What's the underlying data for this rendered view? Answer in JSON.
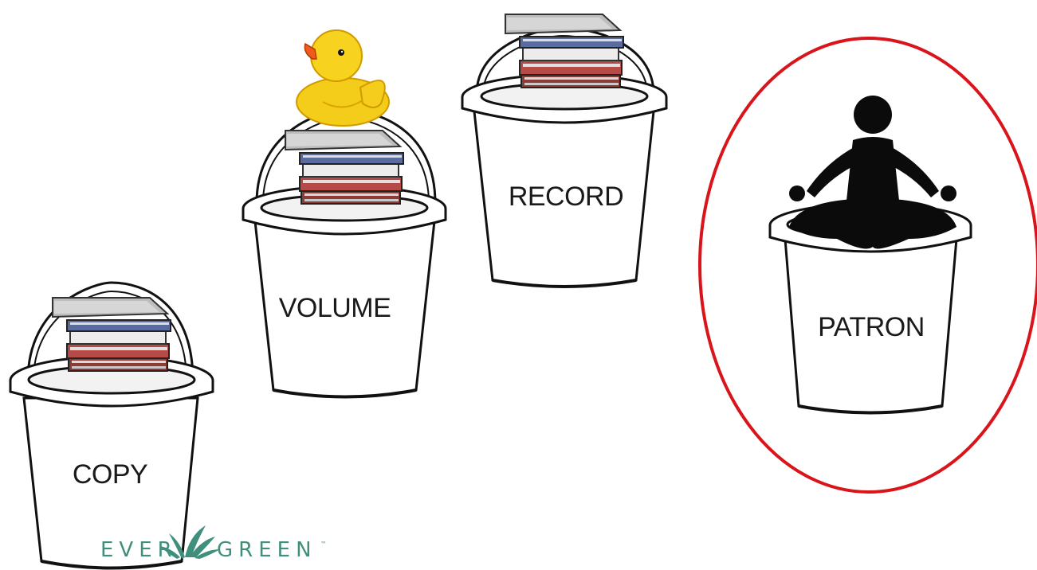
{
  "buckets": {
    "copy": {
      "label": "COPY"
    },
    "volume": {
      "label": "VOLUME"
    },
    "record": {
      "label": "RECORD"
    },
    "patron": {
      "label": "PATRON"
    }
  },
  "highlight": {
    "color": "#d9141b"
  },
  "icons": {
    "books": "book-stack-icon",
    "duck": "rubber-duck-icon",
    "person": "meditating-person-icon",
    "leaf": "leaf-icon"
  },
  "logo": {
    "left": "EVER",
    "right": "GREEN",
    "mark": "™",
    "color": "#3f8f7c"
  }
}
